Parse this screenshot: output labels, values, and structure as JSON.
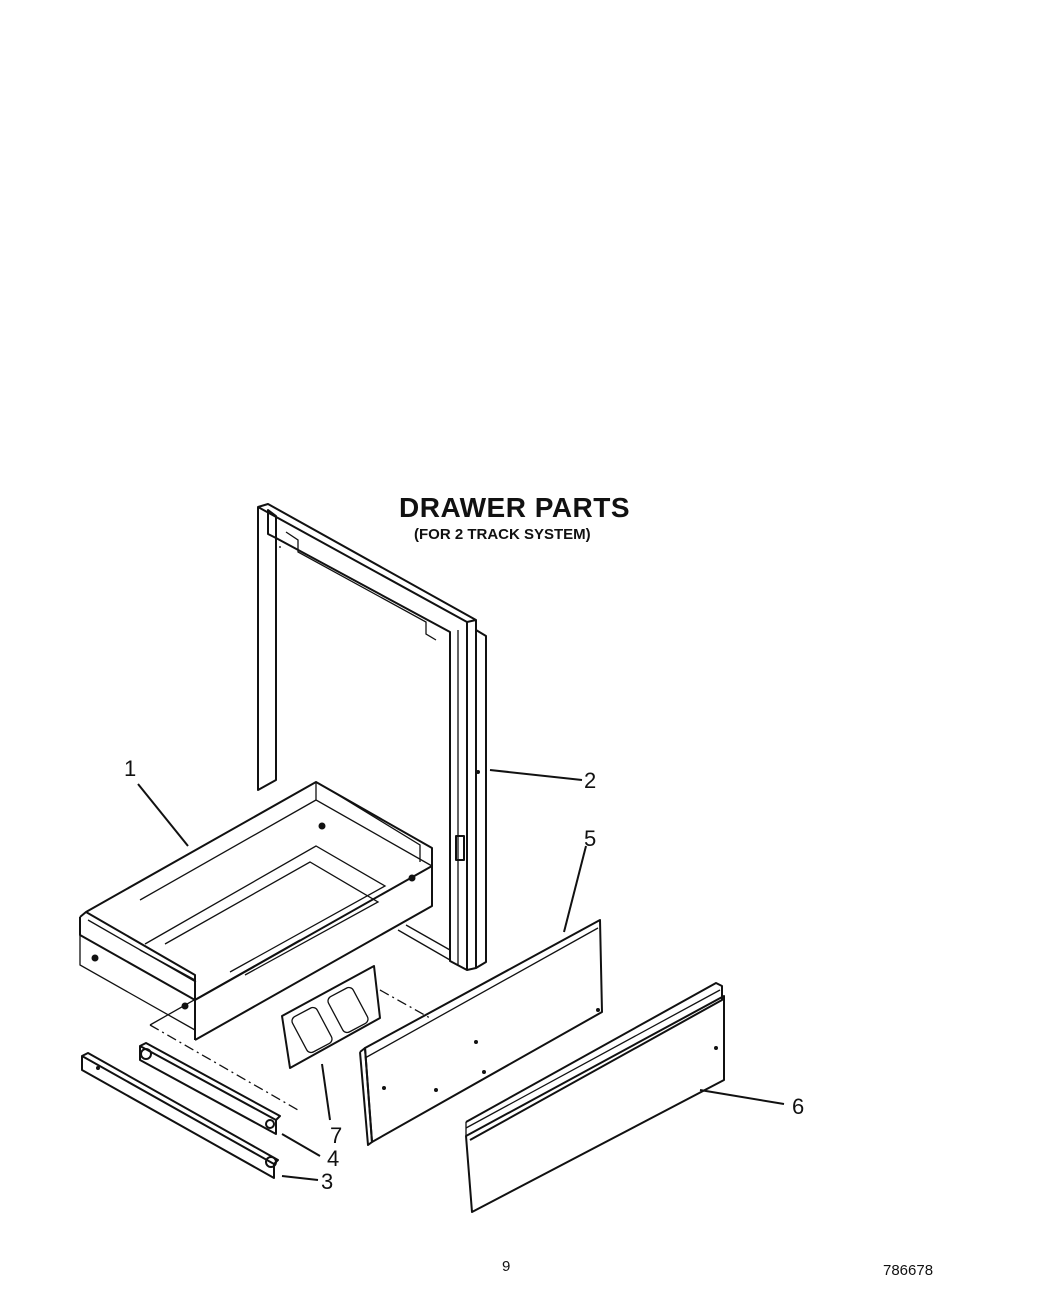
{
  "header": {
    "title": "DRAWER PARTS",
    "subtitle": "(FOR 2 TRACK SYSTEM)"
  },
  "callouts": [
    {
      "id": "1",
      "label": "1"
    },
    {
      "id": "2",
      "label": "2"
    },
    {
      "id": "3",
      "label": "3"
    },
    {
      "id": "4",
      "label": "4"
    },
    {
      "id": "5",
      "label": "5"
    },
    {
      "id": "6",
      "label": "6"
    },
    {
      "id": "7",
      "label": "7"
    }
  ],
  "footer": {
    "page_number": "9",
    "doc_number": "786678"
  }
}
